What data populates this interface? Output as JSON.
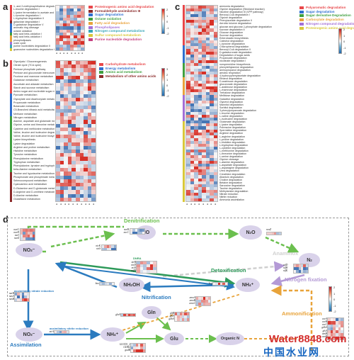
{
  "panels": {
    "a": "a",
    "b": "b",
    "c": "c",
    "d": "d"
  },
  "panel_a": {
    "rows": [
      "1- and 2-methylnaphthalene degradation",
      "L-leucine degradation I",
      "L-lysine fermentation to acetate and butanoate",
      "L-tyrosine degradation I",
      "L-tryptophan degradation II",
      "galactose degradation I",
      "D-galactose degradation V",
      "aromatic ring cleavage",
      "octane oxidation",
      "fatty acid beta-oxidation I",
      "fatty acid beta-oxidation I",
      "phospholipases",
      "urate cycle",
      "purine nucleotides degradation II",
      "guanosine nucleotides degradation III"
    ],
    "legend": [
      {
        "label": "Proteinogenic amino acid degradation",
        "color": "#e8474a"
      },
      {
        "label": "Formaldehyde assimilation III",
        "color": "#8b2a2a"
      },
      {
        "label": "Sugar degradation",
        "color": "#2f6fcf"
      },
      {
        "label": "Octane oxidation",
        "color": "#3fa03f"
      },
      {
        "label": "Fatty acid degradation",
        "color": "#e9a23b"
      },
      {
        "label": "Phospholipases",
        "color": "#a36fd6"
      },
      {
        "label": "Nitrogen compound metabolism",
        "color": "#38a6b7"
      },
      {
        "label": "Sulfur compound metabolism",
        "color": "#d9c83a"
      },
      {
        "label": "Purine nucleotide degradation",
        "color": "#c6417f"
      }
    ],
    "cbar_ticks": [
      "2",
      "1",
      "0",
      "-1",
      "-2"
    ]
  },
  "panel_b": {
    "rows": [
      "Glycolysis / Gluconeogenesis",
      "Citrate cycle (TCA cycle)",
      "Pentose phosphate pathway",
      "Pentose and glucuronate interconversions",
      "Fructose and mannose metabolism",
      "Galactose metabolism",
      "Ascorbate and aldarate metabolism",
      "Starch and sucrose metabolism",
      "Amino sugar and nucleotide sugar metabolism",
      "Pyruvate metabolism",
      "Glyoxylate and dicarboxylate metabolism",
      "Propanoate metabolism",
      "Butanoate metabolism",
      "C5-Branched dibasic acid metabolism",
      "Methane metabolism",
      "Nitrogen metabolism",
      "Alanine, aspartate and glutamate metabolism",
      "Glycine, serine and threonine metabolism",
      "Cysteine and methionine metabolism",
      "Valine, leucine and isoleucine degradation",
      "Valine, leucine and isoleucine biosynthesis",
      "Lysine biosynthesis",
      "Lysine degradation",
      "Arginine and proline metabolism",
      "Histidine metabolism",
      "Tyrosine metabolism",
      "Phenylalanine metabolism",
      "Tryptophan metabolism",
      "Phenylalanine, tyrosine and tryptophan biosynthesis",
      "beta-Alanine metabolism",
      "Taurine and hypotaurine metabolism",
      "Phosphonate and phosphinate metabolism",
      "Selenocompound metabolism",
      "Cyanoamino acid metabolism",
      "D-Glutamine and D-glutamate metabolism",
      "D-Arginine and D-ornithine metabolism",
      "D-Alanine metabolism",
      "Glutathione metabolism"
    ],
    "legend": [
      {
        "label": "Carbohydrate metabolism",
        "color": "#e8474a"
      },
      {
        "label": "Energy metabolism",
        "color": "#2f6fcf"
      },
      {
        "label": "Amino acid metabolism",
        "color": "#3fa03f"
      },
      {
        "label": "Metabolism of other amino acids",
        "color": "#8b2a2a"
      }
    ],
    "cbar_ticks": [
      "3",
      "2",
      "1",
      "0",
      "-1",
      "-2"
    ]
  },
  "panel_c": {
    "rows": [
      "ammonia degradation",
      "Glycine degradation (Stickland reaction)",
      "Nicotine degradation III (VPP pathway)",
      "Benzoyl-CoA degradation I",
      "Glycine degradation",
      "Phenylacetate degradation II",
      "Aerobic toluene degradation",
      "glucose and glucose-1-phosphate degradation",
      "sucrose degradation II",
      "Glucose degradation",
      "Sucrose degradation",
      "Enterobactin biosynthesis",
      "Catechol degradation",
      "L-tyrosine degradation",
      "Chlorophenol degradation",
      "Benzoyl-CoA degradation II",
      "D-galacturonate degradation",
      "Degradation of sugar acids",
      "Propanoate degradation",
      "nicotinate degradation I",
      "norspermidine biosynthesis",
      "phenylethylamine degradation",
      "aminopropanol degradation",
      "aerobic respiration",
      "4-hydroxyphenylacetate degradation",
      "Ethanol degradation",
      "D-arabinose degradation",
      "glucuronate degradation",
      "L-arabinose degradation",
      "L-rhamnose degradation",
      "Trehalose degradation",
      "Melibiose degradation",
      "Galactitol degradation",
      "Glycerol degradation",
      "Mannitol degradation",
      "Sorbitol degradation",
      "3-phenylpropanoate degradation",
      "L-leucine degradation",
      "L-valine degradation",
      "L-isoleucine degradation",
      "Glutamate degradation",
      "L-lysine degradation",
      "Putrescine degradation",
      "Spermidine degradation",
      "Arginine degradation",
      "L-arginine degradation",
      "L-proline degradation",
      "L-histidine degradation",
      "L-tryptophan degradation",
      "L-cysteine degradation",
      "L-methionine degradation",
      "L-threonine degradation",
      "L-serine degradation",
      "Glycine cleavage",
      "L-alanine degradation",
      "L-aspartate degradation",
      "L-asparagine degradation",
      "Urea degradation",
      "Creatinine degradation",
      "Allantoin degradation",
      "Choline degradation",
      "Betaine degradation",
      "Sarcosine degradation",
      "Taurine degradation",
      "Methylamine degradation",
      "Nitrate reduction",
      "Nitrite reduction",
      "Ammonia assimilation"
    ],
    "legend": [
      {
        "label": "Polyaromatic degradation",
        "color": "#e8474a"
      },
      {
        "label": "Sugar degradation",
        "color": "#2f6fcf"
      },
      {
        "label": "Sugar derivative Degradation",
        "color": "#3fa03f"
      },
      {
        "label": "Carboxylate degradation",
        "color": "#e9a23b"
      },
      {
        "label": "Nitrogen compound degradation",
        "color": "#a36fd6"
      },
      {
        "label": "Proteinogenic amino acid degradation",
        "color": "#d9c83a"
      }
    ],
    "cbar_ticks": [
      "2",
      "1",
      "0",
      "-1",
      "-2"
    ]
  },
  "panel_d": {
    "nodes": [
      {
        "id": "no3a",
        "label": "NO",
        "sub": "3",
        "suffix": "⁻"
      },
      {
        "id": "no2a",
        "label": "NO",
        "sub": "2",
        "suffix": "⁻"
      },
      {
        "id": "no",
        "label": "NO",
        "sub": "",
        "suffix": ""
      },
      {
        "id": "n2o",
        "label": "N",
        "sub": "2",
        "suffix": "O"
      },
      {
        "id": "n2",
        "label": "N",
        "sub": "2",
        "suffix": ""
      },
      {
        "id": "nh2oh",
        "label": "NH",
        "sub": "2",
        "suffix": "OH"
      },
      {
        "id": "nh4a",
        "label": "NH",
        "sub": "4",
        "suffix": "⁺"
      },
      {
        "id": "no3b",
        "label": "NO",
        "sub": "3",
        "suffix": "⁻"
      },
      {
        "id": "nh4b",
        "label": "NH",
        "sub": "4",
        "suffix": "⁺"
      },
      {
        "id": "gln",
        "label": "Gln",
        "sub": "",
        "suffix": ""
      },
      {
        "id": "glu",
        "label": "Glu",
        "sub": "",
        "suffix": ""
      },
      {
        "id": "orgn",
        "label": "Organic N",
        "sub": "",
        "suffix": ""
      }
    ],
    "processes": {
      "denitrification": "Denitrification",
      "anammox": "Anammox",
      "dnra": "DNRA",
      "detoxification": "Detoxification",
      "nitrification": "Nitrification",
      "nitrogen_fixation": "Nitrogen fixation",
      "ammonification": "Ammonification",
      "assimilation": "Assimilation",
      "assim_nitrate": "assimilatory nitrate reduction",
      "assim_nitrite": "assimilatory nitrite reduction"
    },
    "genes": {
      "nar": "narG\nnarH\nnarI\nnarZ",
      "nir": "nirK\nnirS",
      "nor": "norB\nnorC",
      "nos": "nosZ",
      "hao": "hao",
      "nirBD": "nirB\nnirD\nnrfA\nnrfH",
      "nif": "nifD\nnifH\nnifK",
      "amo": "amoA\namoB\namoC",
      "hcp": "hcp",
      "narB": "narB\nnasA\nnasB",
      "nirA": "nirA",
      "glnA": "glnA",
      "gltB": "gltB\ngltD\ngdhA",
      "gdh": "GLUD1_2\nGDH2\ngudB",
      "ammon": "ureA\nureB\nureC\ngdhA\nglsA\nansB\nasnB"
    },
    "cbar_ticks": [
      "2",
      "1",
      "0",
      "-1",
      "-2"
    ]
  },
  "watermark": {
    "top": "Water8848.com",
    "bottom": "中国水业网"
  }
}
